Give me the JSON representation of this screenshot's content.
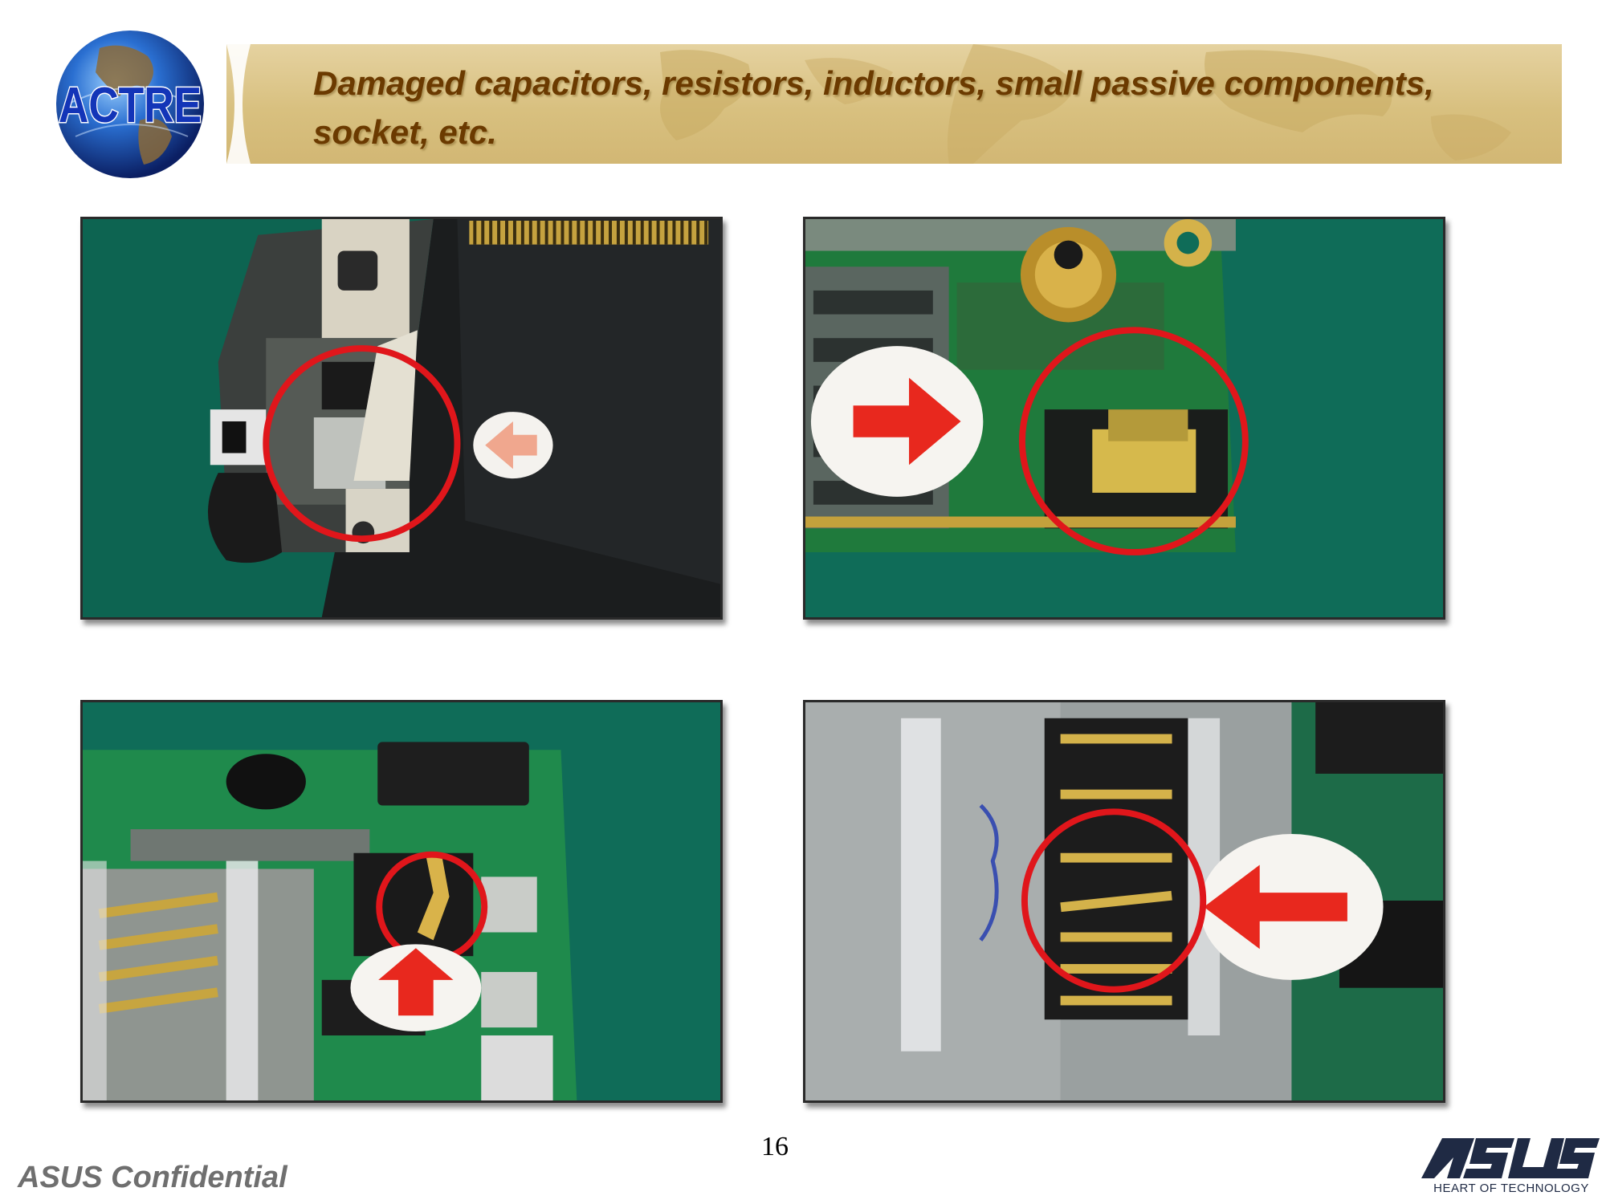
{
  "header": {
    "title": "Damaged capacitors, resistors, inductors, small passive components, socket, etc.",
    "logo_text": "ACTRE"
  },
  "photos": [
    {
      "name": "photo-1",
      "subject": "damaged-side-connector",
      "arrow_direction": "left"
    },
    {
      "name": "photo-2",
      "subject": "damaged-shield-clip",
      "arrow_direction": "right"
    },
    {
      "name": "photo-3",
      "subject": "bent-contact-spring",
      "arrow_direction": "up"
    },
    {
      "name": "photo-4",
      "subject": "bent-socket-pins",
      "arrow_direction": "left"
    }
  ],
  "footer": {
    "page_number": "16",
    "confidential": "ASUS Confidential",
    "brand_tagline": "HEART OF TECHNOLOGY"
  },
  "colors": {
    "title_text": "#6b3a00",
    "banner": "#d8c07f",
    "highlight_circle": "#e0161b",
    "pcb_green": "#106b55",
    "confidential_text": "#6f6f6f",
    "asus_navy": "#1f2a44"
  }
}
